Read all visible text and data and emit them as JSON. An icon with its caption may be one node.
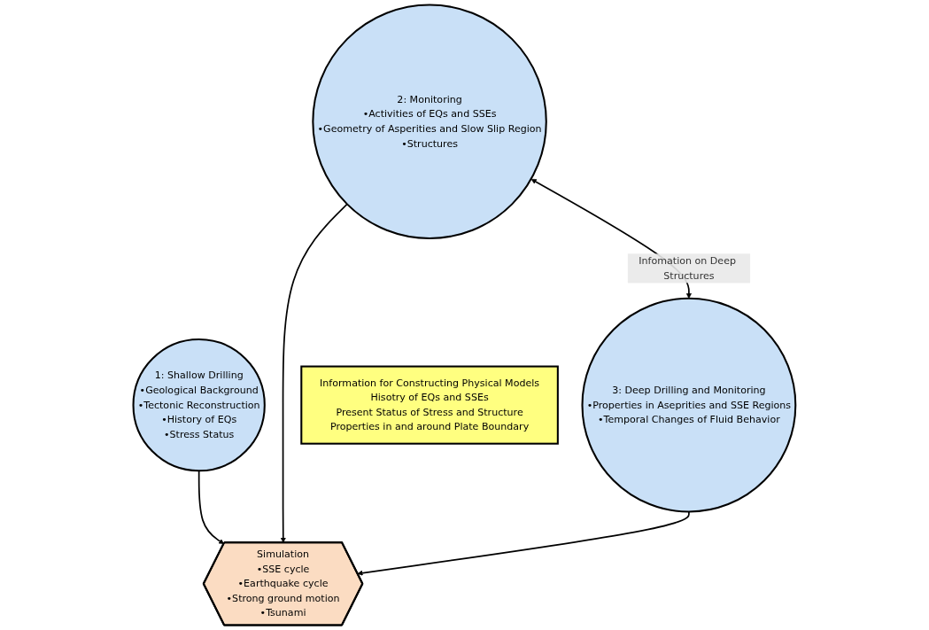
{
  "diagram": {
    "nodes": [
      {
        "text": [
          "1: Shallow Drilling",
          "•Geological Background",
          "•Tectonic Reconstruction",
          "•History of EQs",
          "•Stress Status"
        ]
      },
      {
        "text": [
          "2: Monitoring",
          "•Activities of EQs and SSEs",
          "•Geometry of Asperities and Slow Slip Region",
          "•Structures"
        ]
      },
      {
        "text": [
          "3: Deep Drilling and Monitoring",
          "•Properties in Aseprities and SSE Regions",
          "•Temporal Changes of Fluid Behavior"
        ]
      },
      {
        "text": [
          "Information for Constructing Physical Models",
          "Hisotry of EQs and SSEs",
          "Present Status of Stress and Structure",
          "Properties in and around Plate Boundary"
        ]
      },
      {
        "text": [
          "Simulation",
          "•SSE cycle",
          "•Earthquake cycle",
          "•Strong ground motion",
          "•Tsunami"
        ]
      }
    ],
    "edges": [
      {
        "from": 1,
        "to": 2,
        "arrow": "both",
        "label": "Infomation on Deep Structures"
      },
      {
        "from": 0,
        "to": 4,
        "arrow": "to"
      },
      {
        "from": 1,
        "to": 4,
        "arrow": "to"
      },
      {
        "from": 2,
        "to": 4,
        "arrow": "to"
      }
    ]
  }
}
